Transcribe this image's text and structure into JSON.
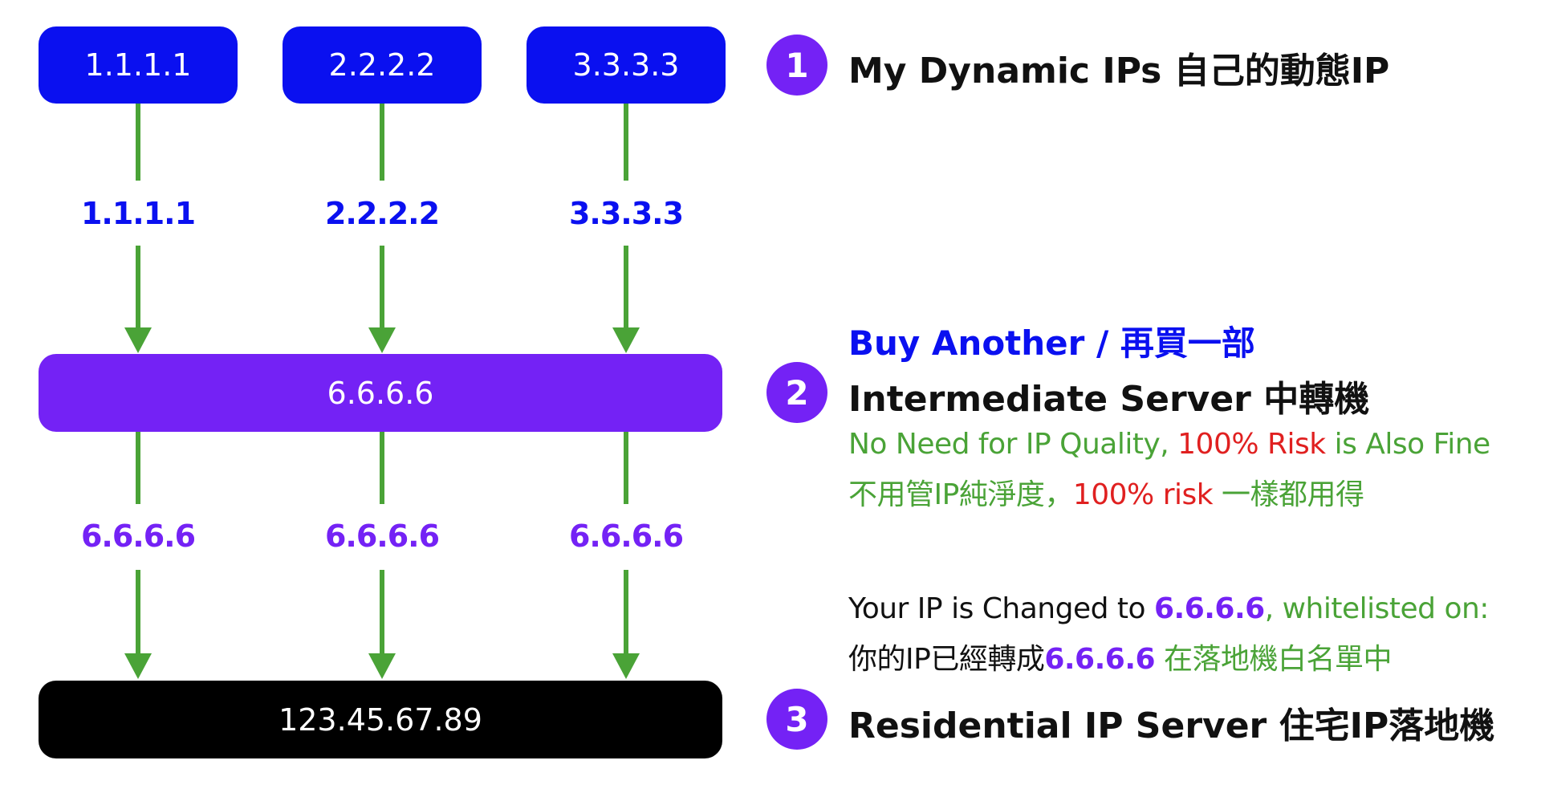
{
  "top_ips": [
    {
      "label": "1.1.1.1"
    },
    {
      "label": "2.2.2.2"
    },
    {
      "label": "3.3.3.3"
    }
  ],
  "top_flow_labels": [
    "1.1.1.1",
    "2.2.2.2",
    "3.3.3.3"
  ],
  "intermediate": {
    "label": "6.6.6.6"
  },
  "bottom_flow_labels": [
    "6.6.6.6",
    "6.6.6.6",
    "6.6.6.6"
  ],
  "residential": {
    "label": "123.45.67.89"
  },
  "step1": {
    "number": "1",
    "title": "My Dynamic IPs 自己的動態IP"
  },
  "step2": {
    "number": "2",
    "subtitle": "Buy Another / 再買一部",
    "title": "Intermediate Server 中轉機",
    "note_en": {
      "part1": "No Need for IP Quality, ",
      "part2": "100% Risk",
      "part3": " is Also Fine"
    },
    "note_zh": {
      "part1": "不用管IP純淨度，",
      "part2": "100% risk",
      "part3": " 一樣都用得"
    }
  },
  "step3": {
    "number": "3",
    "title": "Residential IP Server 住宅IP落地機",
    "note_en": {
      "part1": "Your IP is Changed to ",
      "part2": "6.6.6.6",
      "part3": ", whitelisted on:"
    },
    "note_zh": {
      "part1": "你的IP已經轉成",
      "part2": "6.6.6.6",
      "part3": " 在落地機白名單中"
    }
  },
  "colors": {
    "blue": "#0a10f0",
    "purple": "#7422f5",
    "green": "#4aa337",
    "red": "#e02020",
    "black": "#000000"
  }
}
